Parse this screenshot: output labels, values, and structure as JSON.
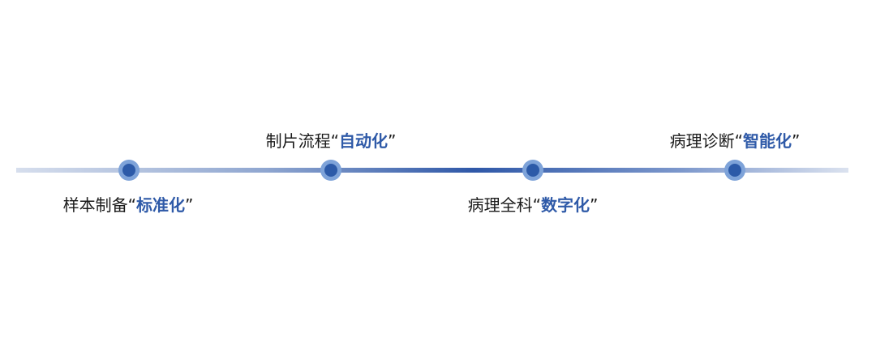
{
  "milestones": [
    {
      "prefix": "样本制备",
      "open_quote": "“",
      "highlight": "标准化",
      "close_quote": "”",
      "position": "bottom"
    },
    {
      "prefix": "制片流程",
      "open_quote": "“",
      "highlight": "自动化",
      "close_quote": "”",
      "position": "top"
    },
    {
      "prefix": "病理全科",
      "open_quote": "“",
      "highlight": "数字化",
      "close_quote": "”",
      "position": "bottom"
    },
    {
      "prefix": "病理诊断",
      "open_quote": "“",
      "highlight": "智能化",
      "close_quote": "”",
      "position": "top"
    }
  ],
  "colors": {
    "accent": "#2f5aa8",
    "node_outer": "#7ea3d9",
    "node_inner": "#2c5aa8"
  }
}
